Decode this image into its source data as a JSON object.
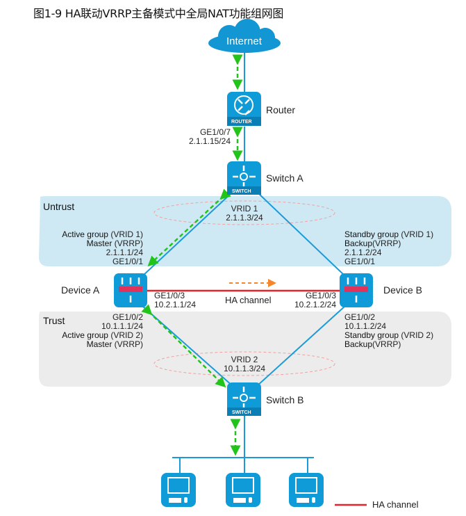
{
  "title": "图1-9 HA联动VRRP主备模式中全局NAT功能组网图",
  "colors": {
    "device_blue": "#0e9bd8",
    "link_blue": "#1a9bd7",
    "ha_red": "#e8242b",
    "arrow_green": "#22c41c",
    "arrow_orange": "#f7862a",
    "untrust_zone": "#cfe9f4",
    "trust_zone": "#ececec",
    "vrid_ellipse": "#f2a0a0"
  },
  "nodes": {
    "internet": {
      "label": "Internet",
      "icon": "cloud-icon"
    },
    "router": {
      "label": "Router",
      "badge": "ROUTER",
      "icon": "router-icon"
    },
    "switch_a": {
      "label": "Switch A",
      "badge": "SWITCH",
      "icon": "switch-icon"
    },
    "switch_b": {
      "label": "Switch B",
      "badge": "SWITCH",
      "icon": "switch-icon"
    },
    "device_a": {
      "label": "Device A",
      "icon": "firewall-icon"
    },
    "device_b": {
      "label": "Device B",
      "icon": "firewall-icon"
    },
    "hosts": {
      "count": 3,
      "icon": "pc-icon"
    }
  },
  "zones": {
    "untrust": "Untrust",
    "trust": "Trust"
  },
  "router_port": {
    "iface": "GE1/0/7",
    "ip": "2.1.1.15/24"
  },
  "vrid1": {
    "name": "VRID 1",
    "ip": "2.1.1.3/24"
  },
  "vrid2": {
    "name": "VRID 2",
    "ip": "10.1.1.3/24"
  },
  "device_a": {
    "up": {
      "group_bold": "Active group",
      "group_vrid": " (VRID 1)",
      "role_bold": "Master",
      "role_vrrp": " (VRRP)",
      "ip": "2.1.1.1/24",
      "iface": "GE1/0/1"
    },
    "ha": {
      "iface": "GE1/0/3",
      "ip": "10.2.1.1/24"
    },
    "down": {
      "iface": "GE1/0/2",
      "ip": "10.1.1.1/24",
      "group_bold": "Active group",
      "group_vrid": " (VRID 2)",
      "role_bold": "Master",
      "role_vrrp": " (VRRP)"
    }
  },
  "device_b": {
    "up": {
      "group_bold": "Standby group",
      "group_vrid": " (VRID 1)",
      "role_bold": "Backup",
      "role_vrrp": "(VRRP)",
      "ip": "2.1.1.2/24",
      "iface": "GE1/0/1"
    },
    "ha": {
      "iface": "GE1/0/3",
      "ip": "10.2.1.2/24"
    },
    "down": {
      "iface": "GE1/0/2",
      "ip": "10.1.1.2/24",
      "group_bold": "Standby group",
      "group_vrid": " (VRID 2)",
      "role_bold": "Backup",
      "role_vrrp": "(VRRP)"
    }
  },
  "ha_link_label": "HA channel",
  "legend": {
    "ha_channel": "HA channel"
  }
}
